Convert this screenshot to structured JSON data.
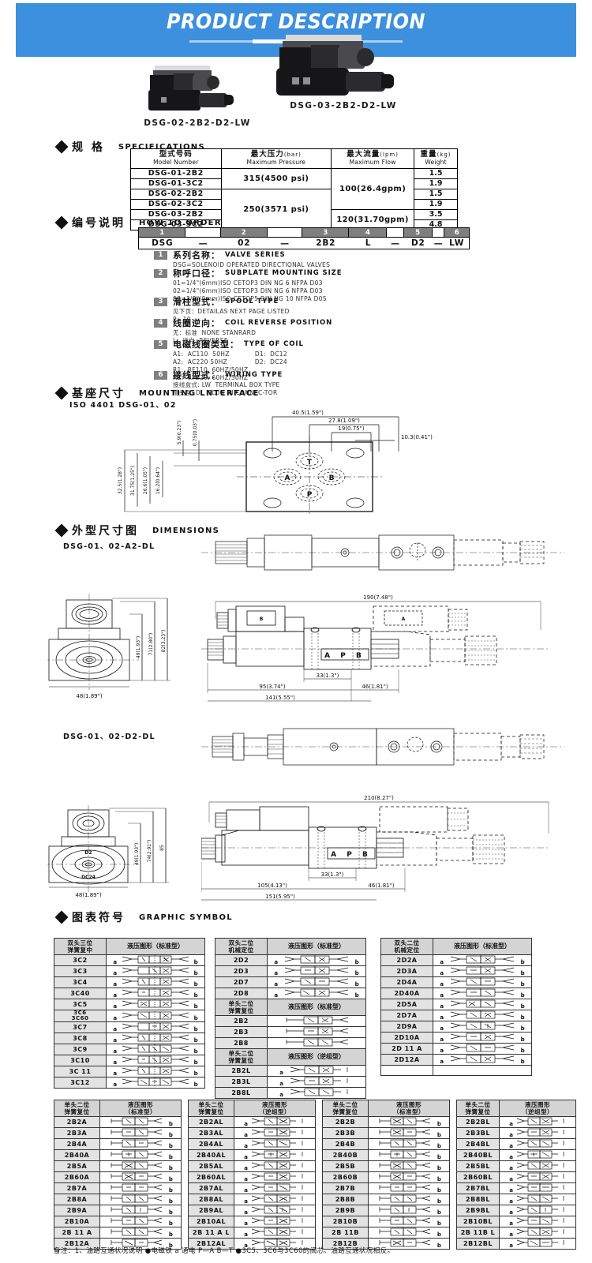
{
  "banner": {
    "title": "PRODUCT DESCRIPTION"
  },
  "photos": {
    "left_caption": "DSG-02-2B2-D2-LW",
    "right_caption": "DSG-03-2B2-D2-LW"
  },
  "sections": {
    "spec": {
      "cn": "规  格",
      "en": "SPECIFICATIONS"
    },
    "order": {
      "cn": "编号说明",
      "en": "HOW TO ORDER"
    },
    "mounting": {
      "cn": "基座尺寸",
      "en": "MOUNTING LNTERFACE",
      "sub": "ISO 4401 DSG-01、02"
    },
    "dims": {
      "cn": "外型尺寸图",
      "en": "DIMENSIONS"
    },
    "symbol": {
      "cn": "图表符号",
      "en": "GRAPHIC SYMBOL"
    }
  },
  "spec_table": {
    "headers": [
      {
        "cn": "型式号码",
        "unit": "",
        "en": "Model Number"
      },
      {
        "cn": "最大压力",
        "unit": "(bar)",
        "en": "Maximum Pressure"
      },
      {
        "cn": "最大流量",
        "unit": "(lpm)",
        "en": "Maximum Flow"
      },
      {
        "cn": "重量",
        "unit": "(kg)",
        "en": "Weight"
      }
    ],
    "models": [
      "DSG-01-2B2",
      "DSG-01-3C2",
      "DSG-02-2B2",
      "DSG-02-3C2",
      "DSG-03-2B2",
      "DSG-03-3C2"
    ],
    "pressure": [
      {
        "value": "315(4500 psi)",
        "rows": 2
      },
      {
        "value": "250(3571 psi)",
        "rows": 4
      }
    ],
    "flow": [
      {
        "value": "100(26.4gpm)",
        "rows": 4
      },
      {
        "value": "120(31.70gpm)",
        "rows": 2
      }
    ],
    "weights": [
      "1.5",
      "1.9",
      "1.5",
      "1.9",
      "3.5",
      "4.8"
    ]
  },
  "order_code": {
    "numbers": [
      "1",
      "2",
      "3",
      "4",
      "5",
      "6"
    ],
    "values": [
      "DSG",
      "02",
      "2B2",
      "L",
      "D2",
      "LW"
    ],
    "dash": "—",
    "items": [
      {
        "n": "1",
        "cn": "系列名称：",
        "en": "VALVE SERIES",
        "lines": [
          "DSG=SOLENOID OPERATED DIRECTIONAL VALVES"
        ]
      },
      {
        "n": "2",
        "cn": "称呼口径：",
        "en": "SUBPLATE MOUNTING SIZE",
        "lines": [
          "01=1/4\"(6mm)ISO CETOP3 DIN NG 6 NFPA D03",
          "02=1/4\"(6mm)ISO CETOP3 DIN NG 6 NFPA D03",
          "03=3/8\"(9mm)ISO CETOP5 DIN NG 10 NFPA D05"
        ]
      },
      {
        "n": "3",
        "cn": "滑柱型式：",
        "en": "SPOOL TYPE",
        "lines": [
          "见下页：DETAILAS NEXT PAGE LISTED",
          "P、10"
        ]
      },
      {
        "n": "4",
        "cn": "线圈逆向：",
        "en": "COIL REVERSE POSITION",
        "lines": [
          "无：标准  NONE STANRARD",
          "L：逆向  REVERSE"
        ]
      },
      {
        "n": "5",
        "cn": "电磁线圈类型：",
        "en": "TYPE OF COIL",
        "lines": [
          "A1:  AC110  50HZ            D1:  DC12",
          "A2:  AC220 50HZ             D2:  DC24",
          "R1:  RF110  60HZ/50HZ",
          "R2:  RF220  60HZ/50HZ"
        ]
      },
      {
        "n": "6",
        "cn": "接线型式：",
        "en": "WIRING TYPE",
        "lines": [
          "接线盒式: LW  TERMINAL BOX TYPE",
          "插头型: DL  PLUG IN CONNEC-TOR"
        ]
      }
    ]
  },
  "mounting_dims": {
    "top": [
      "40.5(1.59\")",
      "27.8(1.09\")",
      "19(0.75\")",
      "10.3(0.41\")"
    ],
    "left": [
      "32.5(1.28\")",
      "31.75(1.25\")",
      "26.6(1.05\")",
      "16.2(0.64\")"
    ],
    "small": [
      "5.9(0.23\")",
      "0.75(0.03\")"
    ],
    "ports": [
      "T",
      "A",
      "B",
      "P"
    ]
  },
  "drawing1": {
    "title": "DSG-01、02-A2-DL",
    "length": "190(7.48\")",
    "widths": [
      "95(3.74\")",
      "141(5.55\")",
      "33(1.3\")",
      "46(1.81\")"
    ],
    "heights": [
      "82(3.23\")",
      "71(2.80\")",
      "49(1.93\")"
    ],
    "base": "48(1.89\")",
    "ports": "A   P   B",
    "coil_mark": "B",
    "coil_mark2": "A"
  },
  "drawing2": {
    "title": "DSG-01、02-D2-DL",
    "length": "210(8.27\")",
    "widths": [
      "105(4.13\")",
      "151(5.95\")",
      "33(1.3\")",
      "46(1.81\")"
    ],
    "heights": [
      "85",
      "74(2.91\")",
      "49(1.93\")"
    ],
    "base": "48(1.89\")",
    "ports": "A   P   B",
    "coil_label": "D2",
    "coil_sub": "DC24"
  },
  "symbol_tables": {
    "group1": [
      {
        "header": {
          "cn1": "双头三位",
          "cn2": "弹簧复中",
          "sym": "液压图形（标准型）"
        },
        "rows": [
          "3C2",
          "3C3",
          "3C4",
          "3C40",
          "3C5",
          "3C6\n3C60",
          "3C7",
          "3C8",
          "3C9",
          "3C10",
          "3C 11",
          "3C12"
        ]
      },
      {
        "header": {
          "cn1": "双头二位",
          "cn2": "机械定位",
          "sym": "液压图形（标准型）"
        },
        "rows": [
          "2D2",
          "2D3",
          "2D7",
          "2D8"
        ],
        "sub": [
          {
            "header": {
              "cn1": "单头二位",
              "cn2": "弹簧复位",
              "sym": "液压图形（标准型）"
            },
            "rows": [
              "2B2",
              "2B3",
              "2B8"
            ]
          },
          {
            "header": {
              "cn1": "单头二位",
              "cn2": "弹簧复位",
              "sym": "液压图形（逆组型）"
            },
            "rows": [
              "2B2L",
              "2B3L",
              "2B8L"
            ]
          }
        ]
      },
      {
        "header": {
          "cn1": "双头二位",
          "cn2": "机械定位",
          "sym": "液压图形（标准型）"
        },
        "rows": [
          "2D2A",
          "2D3A",
          "2D4A",
          "2D40A",
          "2D5A",
          "2D7A",
          "2D9A",
          "2D10A",
          "2D 11 A",
          "2D12A"
        ]
      }
    ],
    "group2": [
      {
        "header": {
          "cn1": "单头二位",
          "cn2": "弹簧复位",
          "sym1": "液压图形",
          "sym2": "（标准型）"
        },
        "rows": [
          "2B2A",
          "2B3A",
          "2B4A",
          "2B40A",
          "2B5A",
          "2B60A",
          "2B7A",
          "2B8A",
          "2B9A",
          "2B10A",
          "2B 11 A",
          "2B12A"
        ]
      },
      {
        "header": {
          "cn1": "单头二位",
          "cn2": "弹簧复位",
          "sym1": "液压图形",
          "sym2": "（逆组型）"
        },
        "rows": [
          "2B2AL",
          "2B3AL",
          "2B4AL",
          "2B40AL",
          "2B5AL",
          "2B60AL",
          "2B7AL",
          "2B8AL",
          "2B9AL",
          "2B10AL",
          "2B 11 A L",
          "2B12AL"
        ]
      },
      {
        "header": {
          "cn1": "单头二位",
          "cn2": "弹簧复位",
          "sym1": "液压图形",
          "sym2": "（标准型）"
        },
        "rows": [
          "2B2B",
          "2B3B",
          "2B4B",
          "2B40B",
          "2B5B",
          "2B60B",
          "2B7B",
          "2B8B",
          "2B9B",
          "2B10B",
          "2B 11B",
          "2B12B"
        ]
      },
      {
        "header": {
          "cn1": "单头二位",
          "cn2": "弹簧复位",
          "sym1": "液压图形",
          "sym2": "（逆组型）"
        },
        "rows": [
          "2B2BL",
          "2B3BL",
          "2B4BL",
          "2B40BL",
          "2B5BL",
          "2B60BL",
          "2B7BL",
          "2B8BL",
          "2B9BL",
          "2B10BL",
          "2B 11B L",
          "2B12BL"
        ]
      }
    ],
    "port_labels": {
      "a": "a",
      "b": "b"
    }
  },
  "footnote": "备注：1、油路互通状况说明 ●电磁铁 a 通电 P—A  B—T  ●3C5、3C6与3C60的阀芯、油路互通状况相反。",
  "colors": {
    "banner": "#3d90dd",
    "badge": "#7f7f7f",
    "code_cell": "#e3e3e3",
    "header_cell": "#d4d4d4"
  }
}
